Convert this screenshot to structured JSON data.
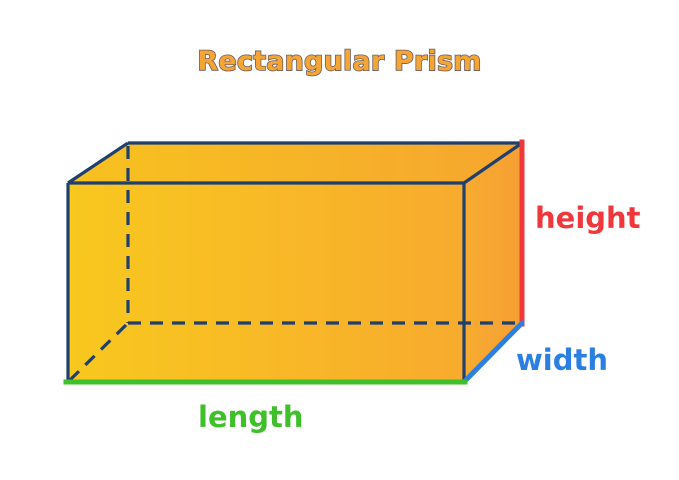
{
  "title": "Rectangular Prism",
  "labels": {
    "height": "height",
    "width": "width",
    "length": "length"
  },
  "colors": {
    "title_fill": "#f4a535",
    "title_outline": "#6a5c5c",
    "edge": "#1f3f6e",
    "height_edge": "#f0383c",
    "width_edge": "#2b7fe0",
    "length_edge": "#3fbf2a",
    "face_light": "#f8c420",
    "face_dark": "#f7a233"
  }
}
